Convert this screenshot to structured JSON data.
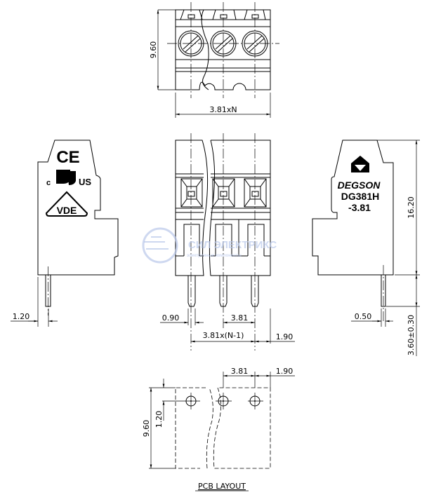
{
  "top_view": {
    "height_dim": "9.60",
    "width_dim": "3.81xN"
  },
  "front_view": {
    "pin_width_dim": "0.90",
    "pitch_dim": "3.81",
    "span_dim": "3.81x(N-1)",
    "edge_dim": "1.90"
  },
  "left_view": {
    "pin_offset_dim": "1.20",
    "logos": {
      "ce": "CE",
      "ul_left": "c",
      "ul_right": "US",
      "vde": "VDE"
    }
  },
  "right_view": {
    "brand": "DEGSON",
    "model": "DG381H",
    "pitch": "-3.81",
    "height_dim": "16.20",
    "pin_length_dim": "3.60±0.30",
    "pin_thickness_dim": "0.50"
  },
  "pcb_layout": {
    "title": "PCB LAYOUT",
    "height_dim": "9.60",
    "hole_offset_dim": "1.20",
    "pitch_dim": "3.81",
    "edge_dim": "1.90"
  },
  "watermark": {
    "name": "СИЛ ЭЛЕКТРИКС",
    "tagline": "электронные компоненты"
  }
}
